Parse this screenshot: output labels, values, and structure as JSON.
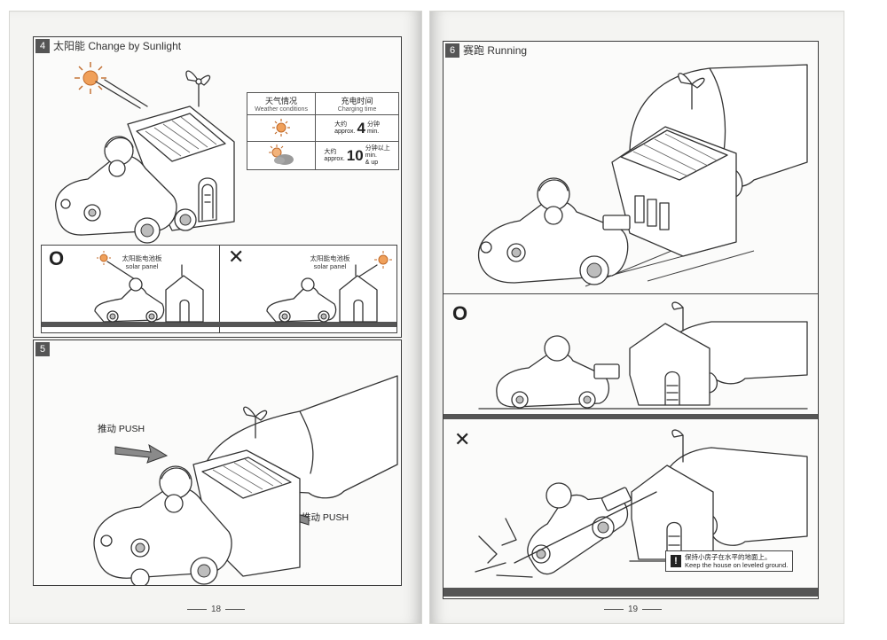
{
  "left_page": {
    "page_number": "18",
    "step4": {
      "number": "4",
      "title": "太阳能 Change by Sunlight",
      "table": {
        "col1_zh": "天气情况",
        "col1_en": "Weather conditions",
        "col2_zh": "充电时间",
        "col2_en": "Charging time",
        "row1": {
          "pre_zh": "大约",
          "pre_en": "approx.",
          "value": "4",
          "unit_zh": "分钟",
          "unit_en": "min."
        },
        "row2": {
          "pre_zh": "大约",
          "pre_en": "approx.",
          "value": "10",
          "unit_zh": "分钟以上",
          "unit_en": "min.",
          "unit_extra": "& up"
        }
      },
      "correct": {
        "mark": "O",
        "label_zh": "太阳能电池板",
        "label_en": "solar panel"
      },
      "wrong": {
        "mark": "✕",
        "label_zh": "太阳能电池板",
        "label_en": "solar panel"
      }
    },
    "step5": {
      "number": "5",
      "push_top": "推动 PUSH",
      "push_bottom": "推动 PUSH"
    }
  },
  "right_page": {
    "page_number": "19",
    "step6": {
      "number": "6",
      "title": "赛跑 Running",
      "correct_mark": "O",
      "wrong_mark": "✕",
      "note_zh": "保持小房子在水平的地面上。",
      "note_en": "Keep the house on leveled ground."
    }
  },
  "icons": [
    "sun-icon",
    "cloudy-sun-icon",
    "fan-icon",
    "warning-icon",
    "arrow-icon"
  ]
}
